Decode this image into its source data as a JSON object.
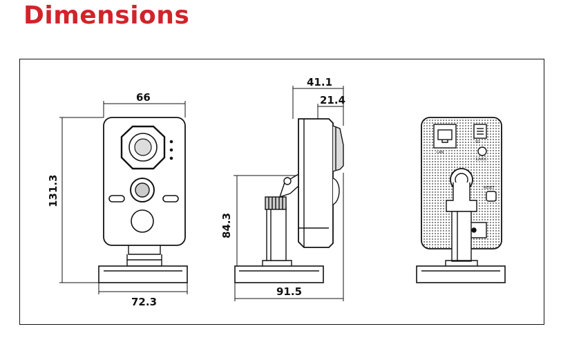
{
  "title": "Dimensions",
  "colors": {
    "title": "#d2232a",
    "line": "#111111"
  },
  "front_view": {
    "width_top": "66",
    "height": "131.3",
    "base_width": "72.3"
  },
  "side_view": {
    "depth_total": "41.1",
    "depth_body": "21.4",
    "stand_height": "84.3",
    "base_depth": "91.5"
  },
  "rear_view": {
    "lan_label": "LAN",
    "reset_label": "RESET",
    "power_label": "12VDC",
    "sd_label": "SD"
  }
}
